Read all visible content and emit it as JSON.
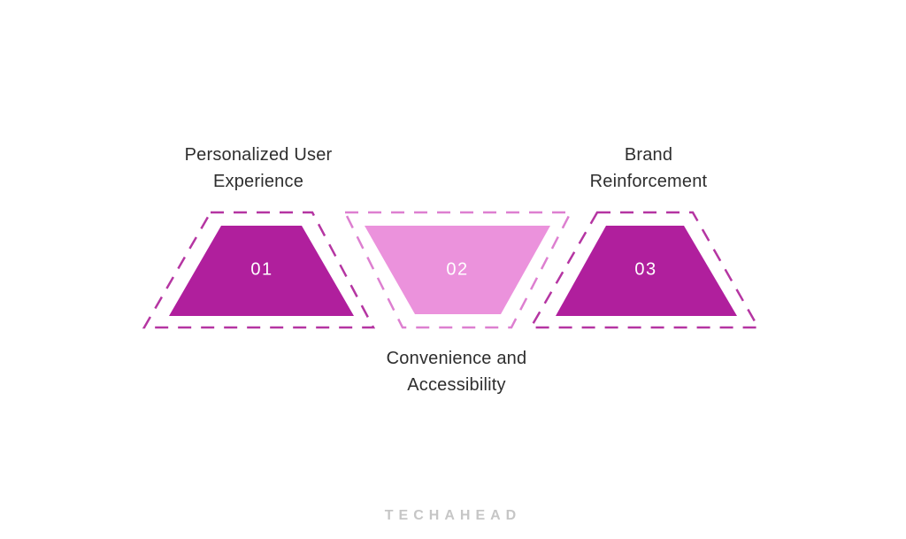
{
  "diagram": {
    "title": "",
    "items": [
      {
        "number": "01",
        "label": "Personalized User\nExperience"
      },
      {
        "number": "02",
        "label": "Convenience and\nAccessibility"
      },
      {
        "number": "03",
        "label": "Brand\nReinforcement"
      }
    ],
    "colors": {
      "solid_dark": "#b01f9d",
      "solid_light": "#eb92dc",
      "dash_dark": "#b535a2",
      "dash_light": "#dd7fd0",
      "label_text": "#2e2e2e",
      "number_text": "#ffffff"
    }
  },
  "footer": {
    "logo_text": "TECHAHEAD",
    "logo_color": "#c6c6c6"
  }
}
